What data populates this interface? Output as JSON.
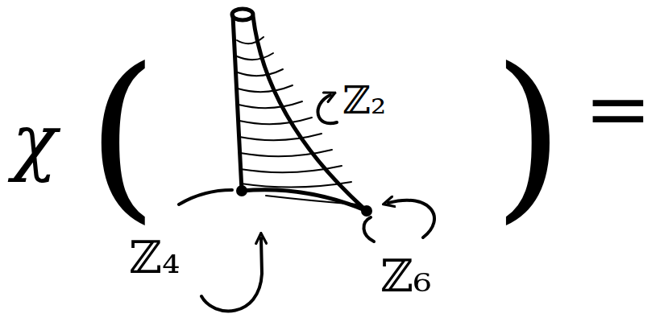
{
  "diagram": {
    "labels": [
      "χ",
      "(",
      ")",
      "=",
      "ℤ₂",
      "ℤ₄",
      "ℤ₆"
    ]
  }
}
